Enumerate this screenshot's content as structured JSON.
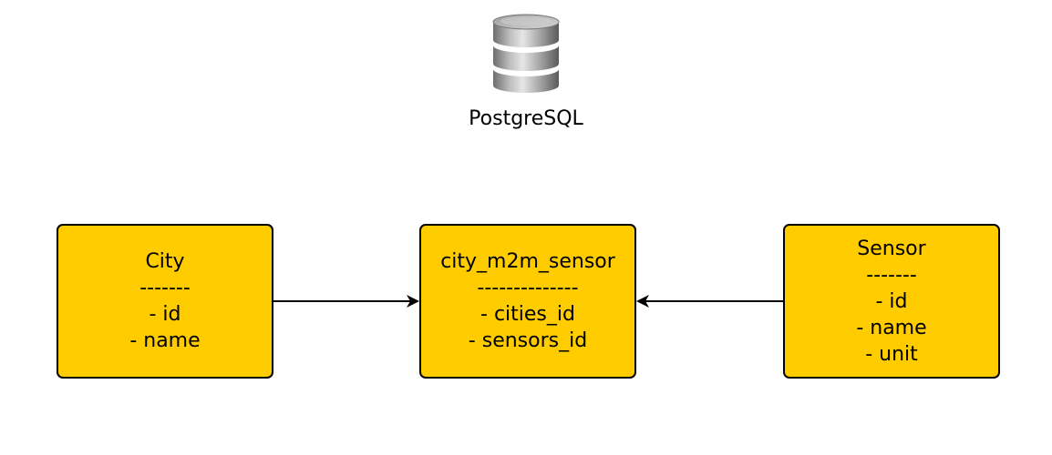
{
  "database": {
    "icon": "database-cylinder-icon",
    "label": "PostgreSQL"
  },
  "entities": {
    "city": {
      "title": "City",
      "separator": "-------",
      "fields": [
        "- id",
        "- name"
      ]
    },
    "m2m": {
      "title": "city_m2m_sensor",
      "separator": "--------------",
      "fields": [
        "- cities_id",
        "- sensors_id"
      ]
    },
    "sensor": {
      "title": "Sensor",
      "separator": "-------",
      "fields": [
        "- id",
        "- name",
        "- unit"
      ]
    }
  },
  "relations": [
    {
      "from": "City",
      "to": "city_m2m_sensor"
    },
    {
      "from": "Sensor",
      "to": "city_m2m_sensor"
    }
  ],
  "colors": {
    "entity_fill": "#ffcc00",
    "entity_border": "#000000",
    "connector": "#000000"
  }
}
